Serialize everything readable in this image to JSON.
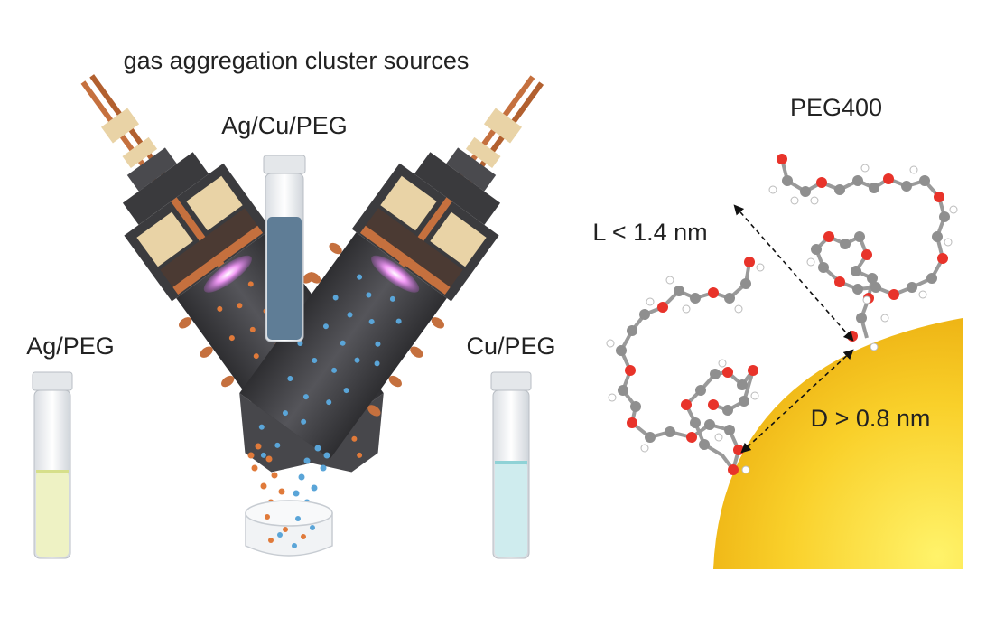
{
  "labels": {
    "sources_title": "gas aggregation cluster sources",
    "ag_cu_peg": "Ag/Cu/PEG",
    "ag_peg": "Ag/PEG",
    "cu_peg": "Cu/PEG",
    "peg400": "PEG400",
    "length": "L < 1.4 nm",
    "distance": "D > 0.8 nm"
  },
  "colors": {
    "silver_cluster": "#e07a3a",
    "copper_cluster": "#5aa5d8",
    "gold_particle": "#f5c21b",
    "plasma": "#e58cf2",
    "source_body": "#3d3d40",
    "copper_tube": "#c5703e",
    "oxygen_atom": "#e8332a",
    "carbon_atom": "#8f8f8f",
    "hydrogen_atom": "#ffffff",
    "ag_peg_liquid": "#eef2c4",
    "ag_cu_peg_liquid": "#5f7d96",
    "cu_peg_liquid": "#cfecee"
  }
}
